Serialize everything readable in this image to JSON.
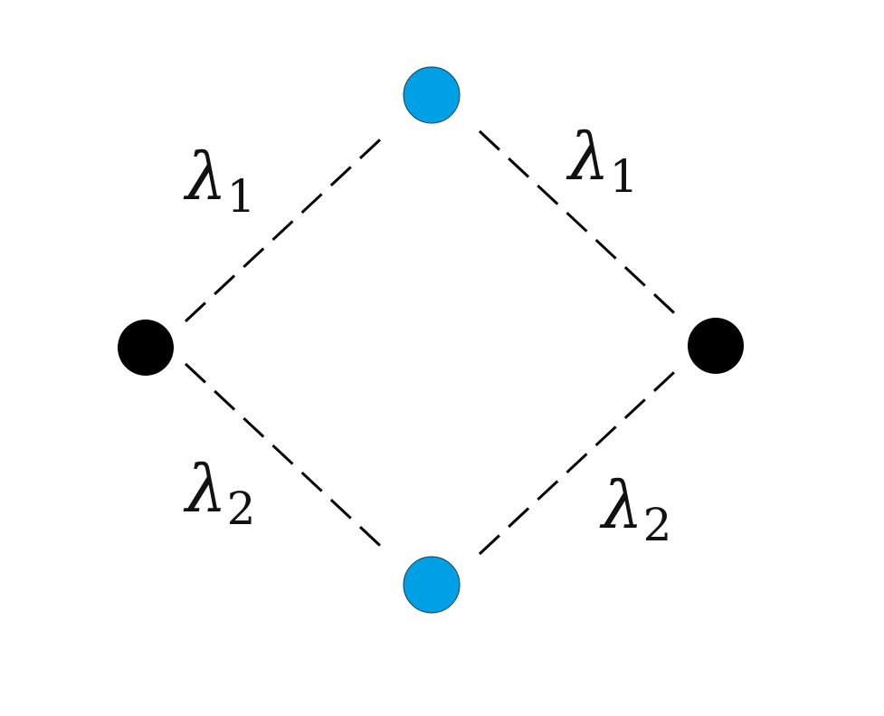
{
  "diagram": {
    "nodes": [
      {
        "id": "left",
        "color": "#000000"
      },
      {
        "id": "top",
        "color": "#00a0e6"
      },
      {
        "id": "right",
        "color": "#000000"
      },
      {
        "id": "bottom",
        "color": "#00a0e6"
      }
    ],
    "edges": [
      {
        "from": "left",
        "to": "top",
        "style": "dashed"
      },
      {
        "from": "top",
        "to": "right",
        "style": "dashed"
      },
      {
        "from": "left",
        "to": "bottom",
        "style": "dashed"
      },
      {
        "from": "bottom",
        "to": "right",
        "style": "dashed"
      }
    ],
    "labels": {
      "top_left": {
        "symbol": "λ",
        "subscript": "1"
      },
      "top_right": {
        "symbol": "λ",
        "subscript": "1"
      },
      "bottom_left": {
        "symbol": "λ",
        "subscript": "2"
      },
      "bottom_right": {
        "symbol": "λ",
        "subscript": "2"
      }
    }
  }
}
